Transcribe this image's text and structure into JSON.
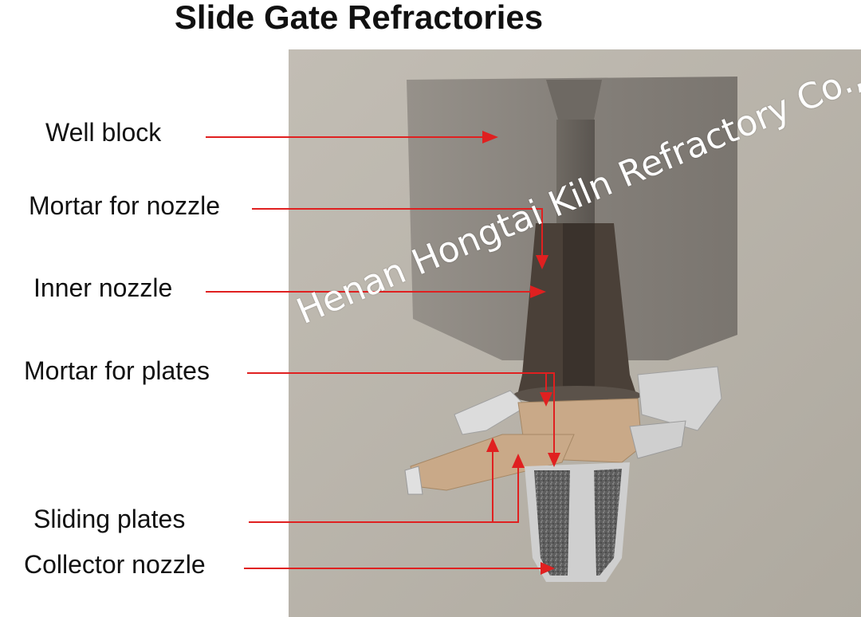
{
  "title": "Slide Gate Refractories",
  "labels": {
    "well_block": "Well block",
    "mortar_nozzle": "Mortar for nozzle",
    "inner_nozzle": "Inner nozzle",
    "mortar_plates": "Mortar for plates",
    "sliding_plates": "Sliding plates",
    "collector_nozzle": "Collector nozzle"
  },
  "watermark": "Henan Hongtai Kiln Refractory Co., Ltd",
  "colors": {
    "arrow": "#e02020",
    "background_panel": "#b8b3aa",
    "well_block": "#8c877f",
    "inner_nozzle": "#4a4038",
    "plates": "#c9a988",
    "collector": "#6b6b6b",
    "frame": "#d8d8d8"
  }
}
